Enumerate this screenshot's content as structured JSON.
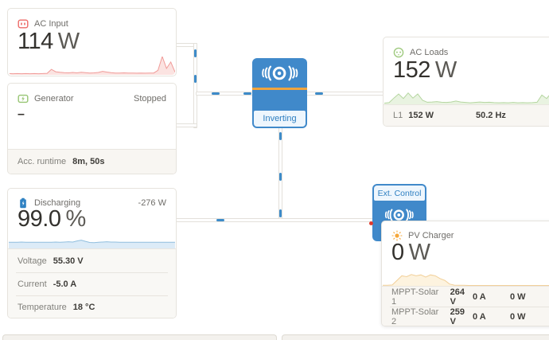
{
  "colors": {
    "victron_blue": "#4089ca",
    "flow_blue": "#3d8bc9",
    "accent_orange": "#f0a43e",
    "ac_in_red": "#ed6a67",
    "generator_green": "#97c573",
    "loads_green": "#9fca7f",
    "battery_blue": "#2f81c2",
    "pv_orange": "#f5a83c",
    "alarm_red": "#df3b2f"
  },
  "ac_input": {
    "label": "AC Input",
    "value": "114",
    "unit": "W"
  },
  "generator": {
    "label": "Generator",
    "status": "Stopped",
    "value": "–",
    "runtime_label": "Acc. runtime",
    "runtime_value": "8m, 50s"
  },
  "battery": {
    "label": "Discharging",
    "power": "-276 W",
    "value": "99.0",
    "unit": "%",
    "details": [
      {
        "label": "Voltage",
        "value": "55.30 V"
      },
      {
        "label": "Current",
        "value": "-5.0 A"
      },
      {
        "label": "Temperature",
        "value": "18 °C"
      }
    ]
  },
  "inverter": {
    "state": "Inverting"
  },
  "ext_control": {
    "label": "Ext. Control"
  },
  "ac_loads": {
    "label": "AC Loads",
    "value": "152",
    "unit": "W",
    "phase": "L1",
    "phase_power": "152 W",
    "frequency": "50.2 Hz"
  },
  "pv_charger": {
    "label": "PV Charger",
    "value": "0",
    "unit": "W",
    "trackers": [
      {
        "label": "MPPT-Solar 1",
        "voltage": "264 V",
        "current": "0 A",
        "power": "0 W"
      },
      {
        "label": "MPPT-Solar 2",
        "voltage": "259 V",
        "current": "0 A",
        "power": "0 W"
      }
    ]
  },
  "sparklines": {
    "ac_input": {
      "stroke": "#f09b98",
      "fill": "#fbe3e1",
      "points": [
        0.07,
        0.06,
        0.07,
        0.06,
        0.07,
        0.06,
        0.07,
        0.06,
        0.07,
        0.08,
        0.3,
        0.17,
        0.14,
        0.12,
        0.11,
        0.13,
        0.11,
        0.14,
        0.12,
        0.1,
        0.11,
        0.13,
        0.19,
        0.15,
        0.12,
        0.1,
        0.1,
        0.11,
        0.1,
        0.1,
        0.09,
        0.1,
        0.09,
        0.1,
        0.1,
        0.25,
        1.0,
        0.35,
        0.7,
        0.15
      ]
    },
    "ac_loads": {
      "stroke": "#b5d6a0",
      "fill": "#e9f3e1",
      "points": [
        0.06,
        0.08,
        0.3,
        0.5,
        0.28,
        0.55,
        0.3,
        0.5,
        0.2,
        0.1,
        0.11,
        0.13,
        0.1,
        0.09,
        0.11,
        0.16,
        0.11,
        0.09,
        0.07,
        0.09,
        0.11,
        0.09,
        0.1,
        0.08,
        0.07,
        0.08,
        0.07,
        0.09,
        0.07,
        0.08,
        0.07,
        0.08,
        0.1,
        0.45,
        0.28,
        0.55,
        0.25,
        0.12,
        0.1,
        0.08
      ]
    },
    "battery": {
      "stroke": "#90bede",
      "fill": "#dcebf7",
      "points": [
        0.3,
        0.3,
        0.3,
        0.31,
        0.3,
        0.3,
        0.3,
        0.3,
        0.3,
        0.3,
        0.3,
        0.31,
        0.3,
        0.31,
        0.32,
        0.31,
        0.36,
        0.4,
        0.34,
        0.29,
        0.28,
        0.3,
        0.31,
        0.32,
        0.31,
        0.31,
        0.3,
        0.3,
        0.3,
        0.3,
        0.3,
        0.3,
        0.3,
        0.3,
        0.3,
        0.3,
        0.3,
        0.3,
        0.3,
        0.3
      ]
    },
    "pv": {
      "stroke": "#f2d099",
      "fill": "#fdf3df",
      "points": [
        0.03,
        0.03,
        0.05,
        0.3,
        0.55,
        0.5,
        0.62,
        0.55,
        0.6,
        0.48,
        0.6,
        0.55,
        0.4,
        0.3,
        0.1,
        0.04,
        0.03,
        0.03,
        0.02,
        0.02,
        0.02,
        0.02,
        0.02,
        0.02,
        0.02,
        0.02,
        0.02,
        0.02,
        0.02,
        0.02,
        0.02,
        0.02,
        0.02,
        0.02,
        0.02,
        0.02,
        0.02,
        0.02,
        0.02,
        0.02
      ]
    }
  }
}
